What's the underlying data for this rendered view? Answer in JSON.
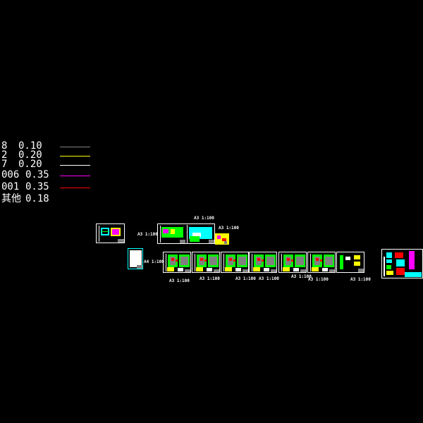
{
  "legend": [
    {
      "layer": "8",
      "weight": "0.10",
      "color": "#808080"
    },
    {
      "layer": "2",
      "weight": "0.20",
      "color": "#ffff00"
    },
    {
      "layer": "7",
      "weight": "0.20",
      "color": "#ffffff"
    },
    {
      "layer": "006",
      "weight": "0.35",
      "color": "#ff00ff"
    },
    {
      "layer": "001",
      "weight": "0.35",
      "color": "#ff0000"
    },
    {
      "layer": "其他",
      "weight": "0.18",
      "color": ""
    }
  ],
  "sheet_labels": [
    "A3 1:100",
    "A3 1:100",
    "A3 1:100",
    "A4 1:100",
    "A3 1:100",
    "A3 1:100",
    "A3 1:100",
    "A3 1:100",
    "A3 1:100",
    "A3 1:100",
    "A3 1:100"
  ],
  "colors": {
    "background": "#000000",
    "frame": "#ffffff",
    "green": "#00ff00",
    "cyan": "#00ffff",
    "yellow": "#ffff00",
    "magenta": "#ff00ff",
    "red": "#ff0000",
    "grey": "#808080"
  }
}
